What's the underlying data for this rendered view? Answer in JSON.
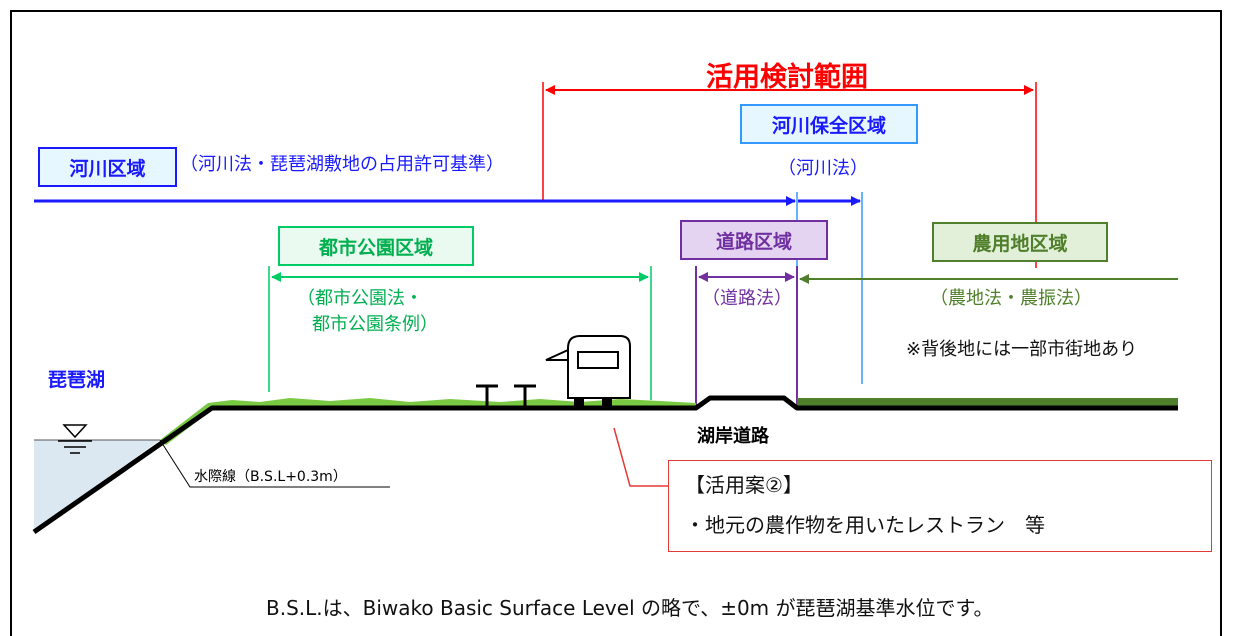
{
  "diagram": {
    "scope_title": "活用検討範囲",
    "river_zone": {
      "label": "河川区域",
      "law": "（河川法・琵琶湖敷地の占用許可基準）"
    },
    "river_conservation_zone": {
      "label": "河川保全区域",
      "law": "（河川法）"
    },
    "urban_park_zone": {
      "label": "都市公園区域",
      "law_line1": "（都市公園法・",
      "law_line2": "都市公園条例）"
    },
    "road_zone": {
      "label": "道路区域",
      "law": "（道路法）"
    },
    "farmland_zone": {
      "label": "農用地区域",
      "law": "（農地法・農振法）"
    },
    "hinterland_note": "※背後地には一部市街地あり",
    "lake_label": "琵琶湖",
    "waterline_label": "水際線（B.S.L+0.3m）",
    "lakeshore_road_label": "湖岸道路",
    "proposal": {
      "title": "【活用案②】",
      "item": "・地元の農作物を用いたレストラン　等"
    },
    "footnote": "B.S.L.は、Biwako Basic Surface Level の略で、±0m が琵琶湖基準水位です。",
    "colors": {
      "scope": "#ff0000",
      "river": "#1a1aff",
      "conservation": "#3399ff",
      "park": "#00cc66",
      "road": "#7030a0",
      "farm": "#4f7f2b",
      "grass": "#7ac943",
      "water": "#dbe8f2"
    },
    "icons": [
      "water-level-icon",
      "food-truck-icon",
      "bench-icon"
    ]
  }
}
